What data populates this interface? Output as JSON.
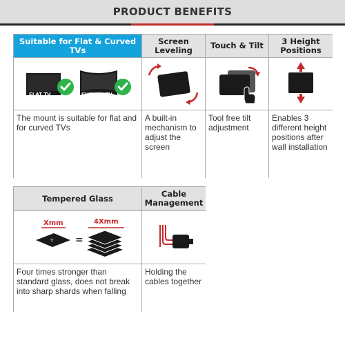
{
  "banner": {
    "title": "PRODUCT BENEFITS"
  },
  "table1": {
    "headers": [
      "Suitable for Flat & Curved TVs",
      "Screen Leveling",
      "Touch & Tilt",
      "3 Height Positions"
    ],
    "descriptions": [
      "The mount is suitable for flat and for curved TVs",
      "A built-in mechanism to adjust the screen",
      "Tool free tilt adjustment",
      "Enables 3 different height positions after wall installation"
    ],
    "tv_labels": {
      "flat": "FLAT TV",
      "curved": "CURVED TV"
    }
  },
  "table2": {
    "headers": [
      "Tempered Glass",
      "Cable Management"
    ],
    "descriptions": [
      "Four times stronger than standard glass, does not break into sharp shards when falling",
      "Holding the cables together"
    ],
    "glass_labels": {
      "single": "Xmm",
      "quad": "4Xmm",
      "equals": "=",
      "marker": "T"
    }
  },
  "colors": {
    "accent_blue": "#14a3dc",
    "accent_red": "#c42a2a",
    "check_green": "#2db34a",
    "header_gray": "#e2e2e2",
    "border_gray": "#aaaaaa"
  },
  "icons": [
    "flat-tv-icon",
    "curved-tv-icon",
    "check-icon",
    "screen-leveling-icon",
    "touch-tilt-icon",
    "height-positions-icon",
    "tempered-glass-icon",
    "cable-management-icon"
  ]
}
